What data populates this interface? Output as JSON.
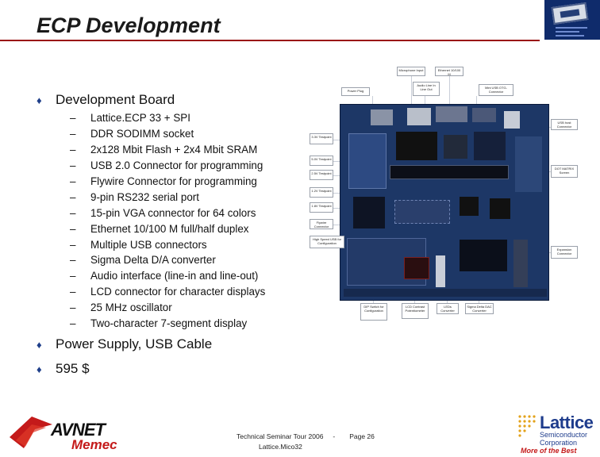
{
  "title": "ECP Development",
  "bullets": [
    "Development Board",
    "Power Supply, USB Cable",
    "595 $"
  ],
  "board_features": [
    "Lattice.ECP 33 + SPI",
    "DDR SODIMM socket",
    "2x128 Mbit Flash + 2x4 Mbit SRAM",
    "USB 2.0 Connector for programming",
    "Flywire Connector for programming",
    "9-pin RS232 serial port",
    "15-pin VGA connector for 64 colors",
    "Ethernet 10/100 M full/half duplex",
    "Multiple USB connectors",
    "Sigma Delta D/A converter",
    "Audio interface (line-in and line-out)",
    "LCD connector for character displays",
    "25 MHz oscillator",
    "Two-character 7-segment display"
  ],
  "board_callouts": {
    "microphone": "Microphone Input",
    "ethernet": "Ethernet 10/100 M",
    "power_plug": "Power Plug",
    "audio": "Audio Line In Line Out",
    "mini_usb": "Mini USB OTG-Connector",
    "usb_host": "USB host Connector",
    "t33": "3.3V Testpoint",
    "t5": "5.0V Testpoint",
    "t25": "2.5V Testpoint",
    "t12": "1.2V Testpoint",
    "t18": "1.8V Testpoint",
    "flywire": "Flywire Connector",
    "hsusb": "High Speed USB for Configuration",
    "dotmatrix": "DOT MATRIX Screen",
    "expansion": "Expansion Connector",
    "dip": "DIP Switch for Configuration",
    "lcd": "LCD Contrast Potentiometer",
    "leds": "LEDs Converter",
    "sigma": "Sigma Delta DAC Converter"
  },
  "footer": {
    "line1_left": "Technical Seminar Tour 2006",
    "separator": "-",
    "line1_right": "Page 26",
    "line2": "Lattice.Mico32"
  },
  "logos": {
    "avnet_name": "AVNET",
    "avnet_sub": "Memec",
    "lattice_name": "Lattice",
    "lattice_sub1": "Semiconductor",
    "lattice_sub2": "Corporation",
    "lattice_tagline": "More of the Best"
  },
  "colors": {
    "title_rule": "#9a1010",
    "bullet": "#1f3f8a",
    "board": "#1d3766",
    "avnet_red": "#c41a1a",
    "lattice_blue": "#1e3c8c"
  }
}
